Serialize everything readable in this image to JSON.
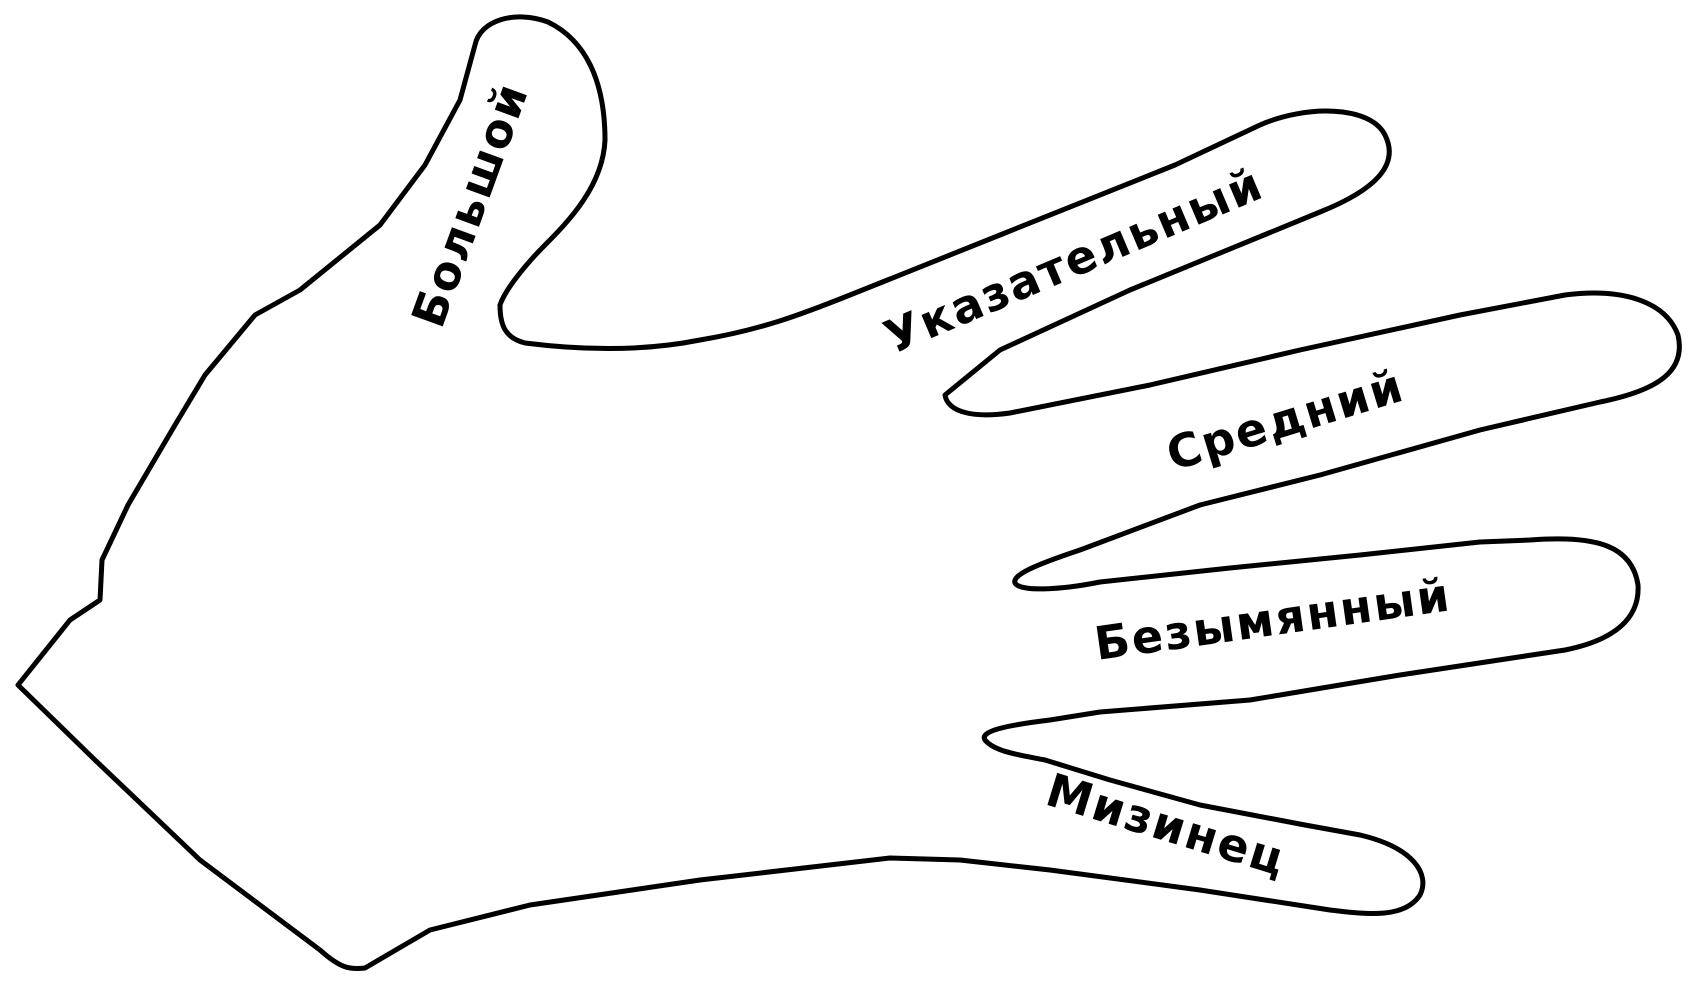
{
  "diagram": {
    "outline_color": "#000000",
    "fill_color": "#ffffff",
    "labels": {
      "thumb": "Большой",
      "index": "Указательный",
      "middle": "Средний",
      "ring": "Безымянный",
      "pinky": "Мизинец"
    }
  }
}
